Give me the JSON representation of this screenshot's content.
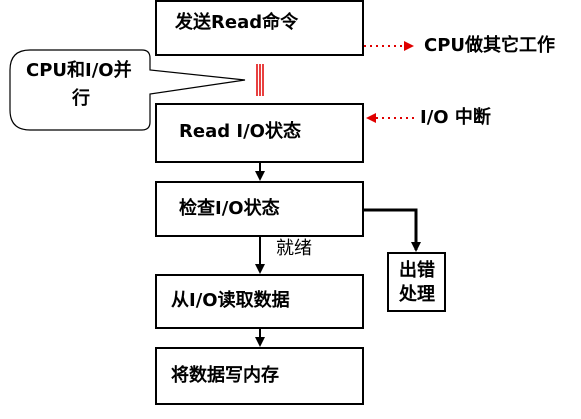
{
  "steps": {
    "send_read": "发送Read命令",
    "read_status": "Read I/O状态",
    "check_status": "检查I/O状态",
    "read_data": "从I/O读取数据",
    "write_memory": "将数据写内存"
  },
  "error_box": {
    "line1": "出错",
    "line2": "处理"
  },
  "labels": {
    "cpu_other_work": "CPU做其它工作",
    "io_interrupt": "I/O 中断",
    "ready": "就绪"
  },
  "callout": {
    "line1": "CPU和I/O并",
    "line2": "行"
  },
  "colors": {
    "line": "#000000",
    "dotted_arrow": "#e00000",
    "parallel_marks": "#e00000"
  }
}
